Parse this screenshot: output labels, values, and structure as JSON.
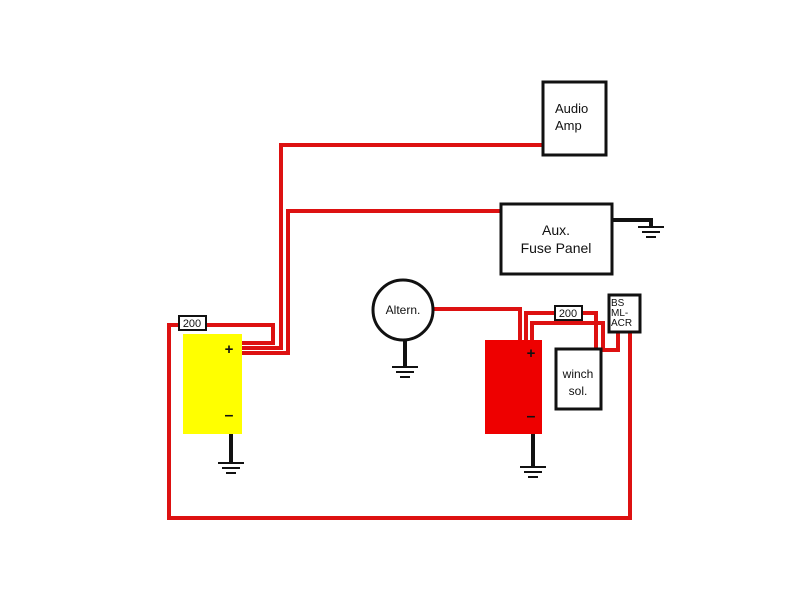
{
  "components": {
    "audio_amp": {
      "line1": "Audio",
      "line2": "Amp"
    },
    "fuse_panel": {
      "line1": "Aux.",
      "line2": "Fuse Panel"
    },
    "alternator": {
      "label": "Altern."
    },
    "winch_solenoid": {
      "line1": "winch",
      "line2": "sol."
    },
    "acr": {
      "line1": "BS",
      "line2": "ML-",
      "line3": "ACR"
    },
    "fuse_left": {
      "label": "200"
    },
    "fuse_right": {
      "label": "200"
    },
    "house_battery": {
      "positive": "+",
      "negative": "–"
    },
    "start_battery": {
      "positive": "+",
      "negative": "–"
    }
  },
  "colors": {
    "wire": "#dd1111",
    "house_battery": "#ffff00",
    "start_battery": "#ee0000",
    "ground": "#111111"
  }
}
